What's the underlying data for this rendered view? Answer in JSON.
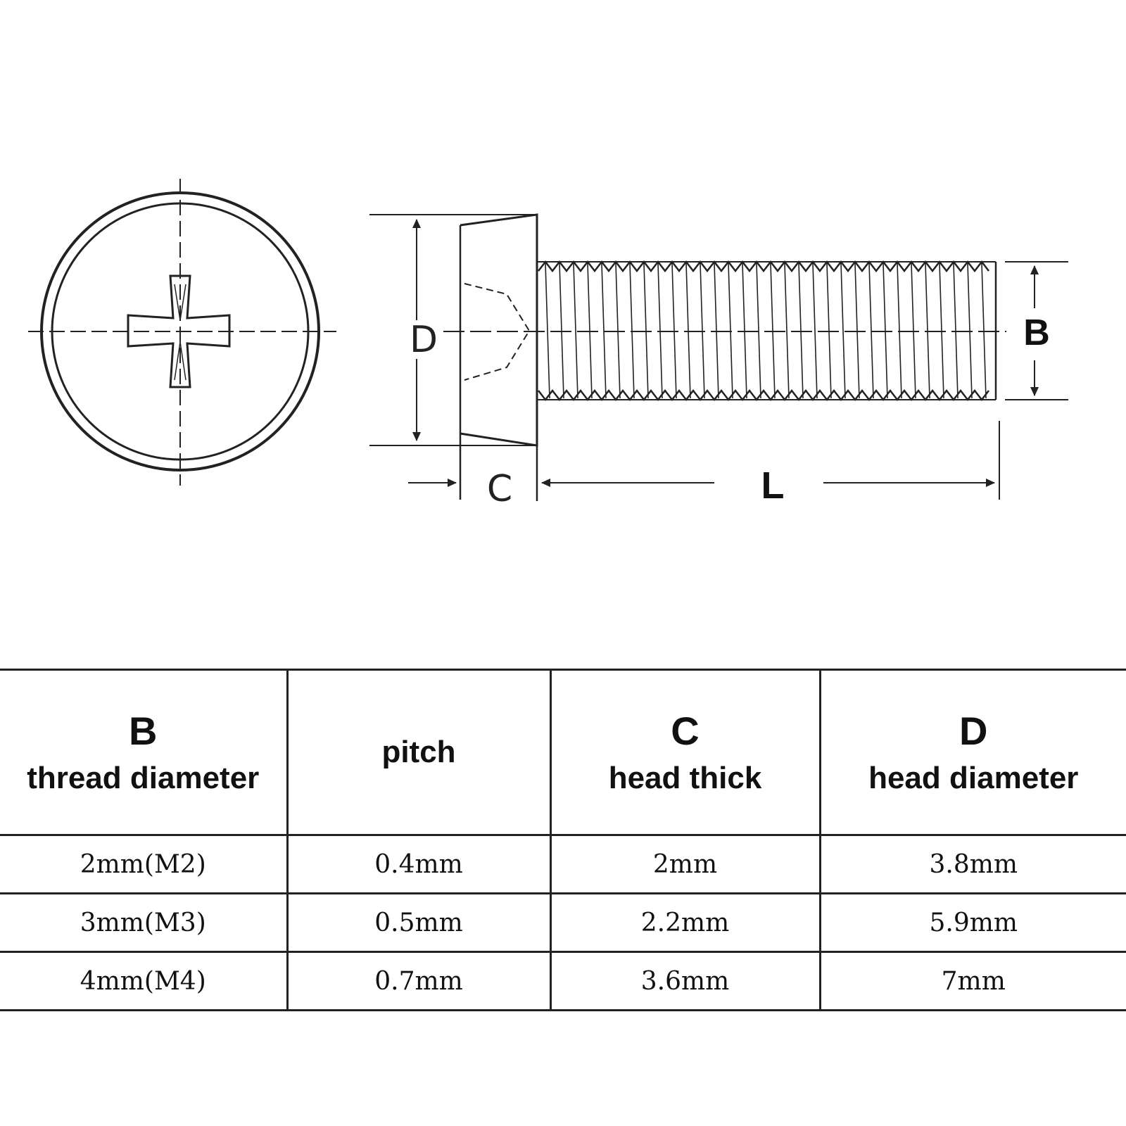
{
  "diagram": {
    "labels": {
      "D": "D",
      "B": "B",
      "C": "C",
      "L": "L"
    }
  },
  "table": {
    "headers": [
      {
        "letter": "B",
        "name": "thread diameter"
      },
      {
        "letter": "",
        "name": "pitch"
      },
      {
        "letter": "C",
        "name": "head thick"
      },
      {
        "letter": "D",
        "name": "head diameter"
      }
    ],
    "rows": [
      [
        "2mm(M2)",
        "0.4mm",
        "2mm",
        "3.8mm"
      ],
      [
        "3mm(M3)",
        "0.5mm",
        "2.2mm",
        "5.9mm"
      ],
      [
        "4mm(M4)",
        "0.7mm",
        "3.6mm",
        "7mm"
      ]
    ]
  }
}
